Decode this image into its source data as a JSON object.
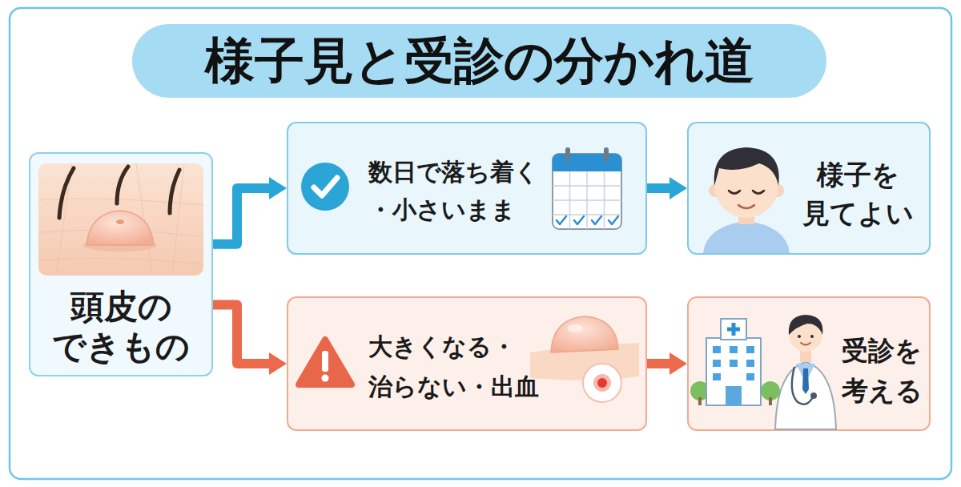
{
  "diagram": {
    "title": "様子見と受診の分かれ道",
    "nodes": [
      {
        "text": [
          "頭皮の できもの"
        ]
      },
      {
        "text": [
          "数日で落ち着く ・小さいまま"
        ]
      },
      {
        "text": [
          "様子を 見てよい"
        ]
      },
      {
        "text": [
          "大きくなる・ 治らない・出血"
        ]
      },
      {
        "text": [
          "受診を 考える"
        ]
      }
    ],
    "edges": [
      {
        "from": 0,
        "to": 1,
        "arrow": "to"
      },
      {
        "from": 1,
        "to": 2,
        "arrow": "to"
      },
      {
        "from": 0,
        "to": 3,
        "arrow": "to"
      },
      {
        "from": 3,
        "to": 4,
        "arrow": "to"
      }
    ]
  }
}
